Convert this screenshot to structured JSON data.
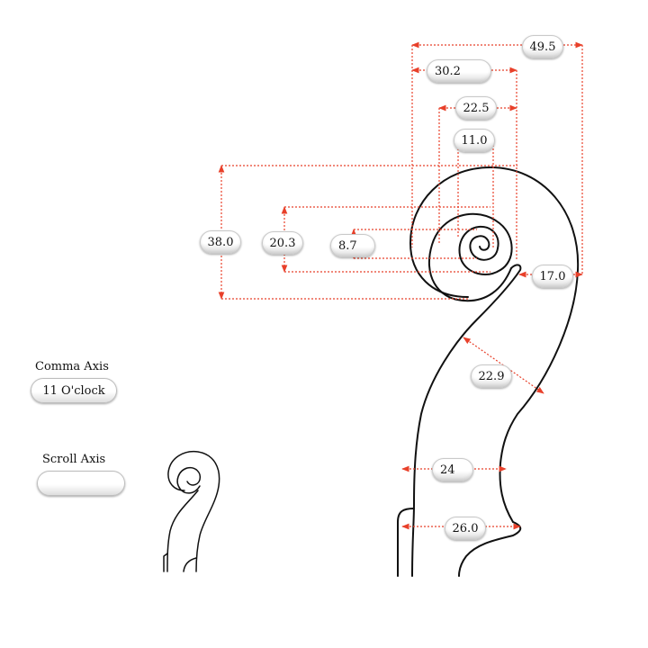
{
  "measurements": {
    "m49_5": "49.5",
    "m30_2": "30.2",
    "m22_5": "22.5",
    "m11_0": "11.0",
    "m38_0": "38.0",
    "m20_3": "20.3",
    "m8_7": "8.7",
    "m17_0": "17.0",
    "m22_9": "22.9",
    "m24": "24",
    "m26_0": "26.0"
  },
  "comma_axis": {
    "label": "Comma Axis",
    "value": "11 O'clock"
  },
  "scroll_axis": {
    "label": "Scroll Axis",
    "value": ""
  },
  "colors": {
    "dimension": "#e8402a",
    "outline": "#111111",
    "background": "#ffffff"
  }
}
